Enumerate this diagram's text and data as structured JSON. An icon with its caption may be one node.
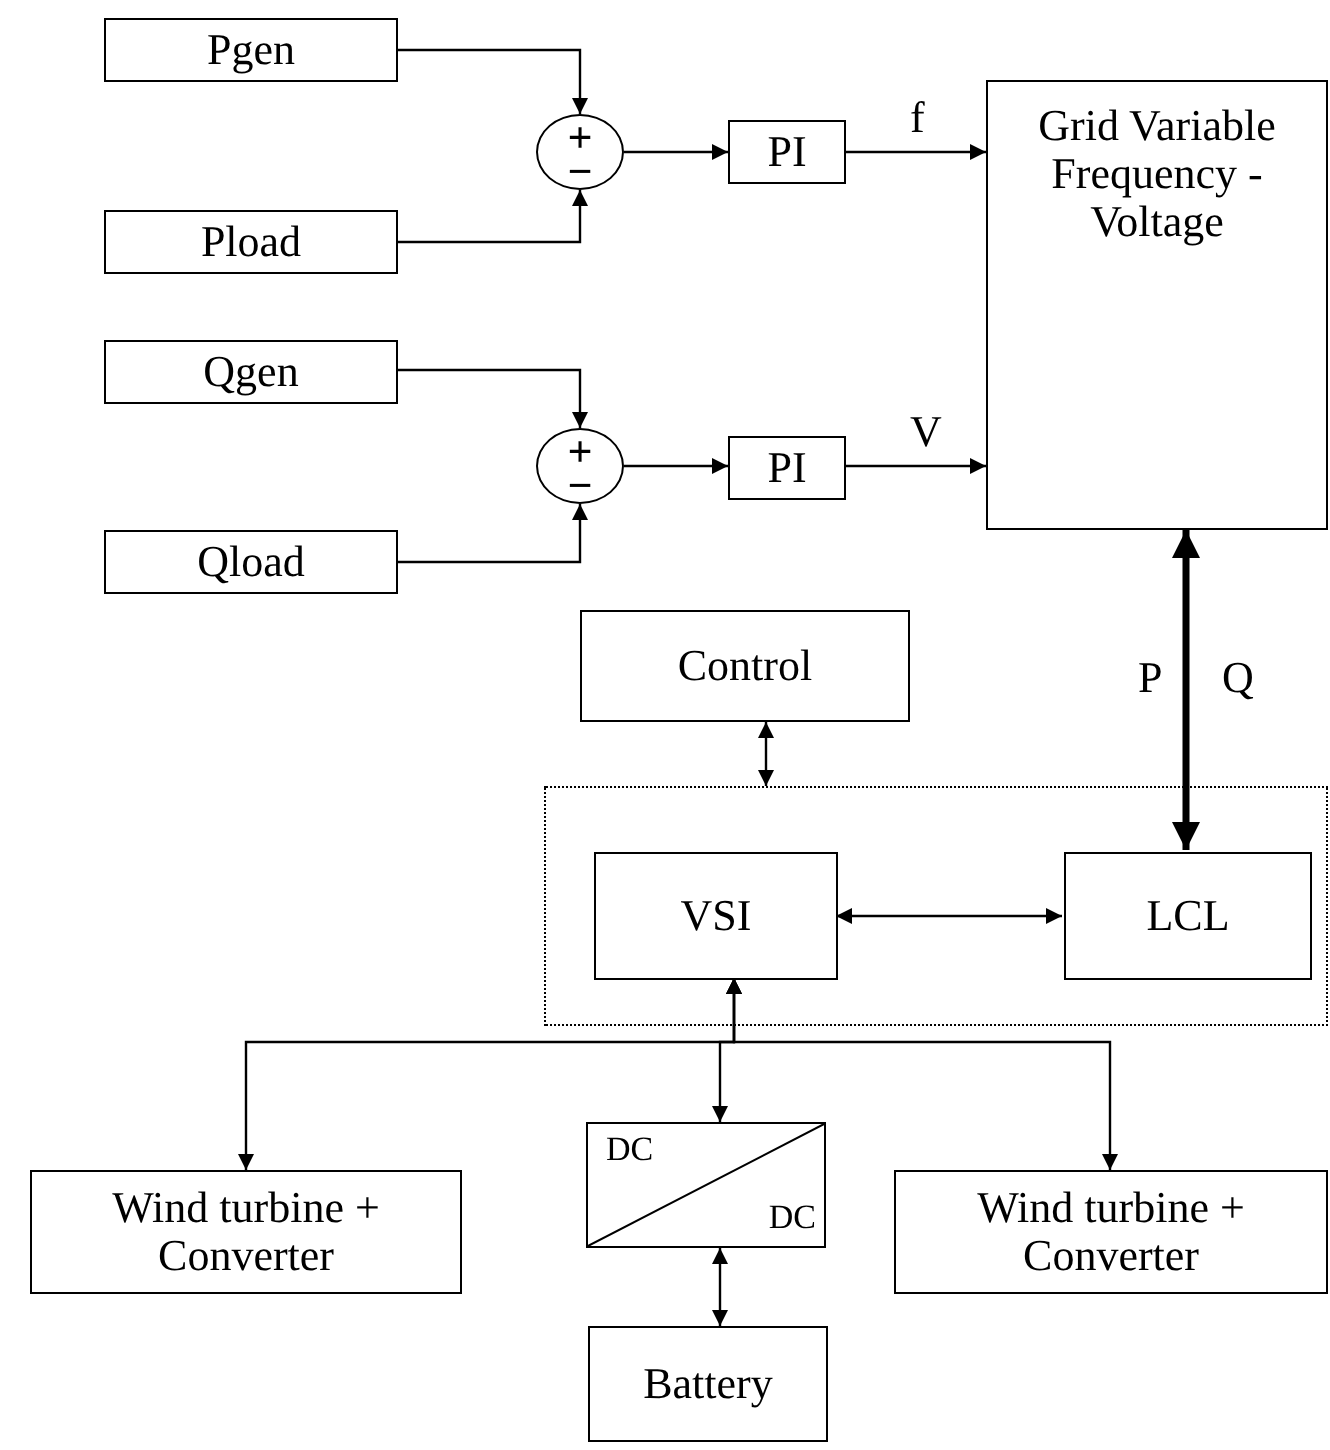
{
  "diagram": {
    "nodes": [
      {
        "text": [
          "Pgen"
        ]
      },
      {
        "text": [
          "Pload"
        ]
      },
      {
        "text": [
          "+",
          "−"
        ]
      },
      {
        "text": [
          "PI"
        ]
      },
      {
        "text": [
          "Qgen"
        ]
      },
      {
        "text": [
          "Qload"
        ]
      },
      {
        "text": [
          "+",
          "−"
        ]
      },
      {
        "text": [
          "PI"
        ]
      },
      {
        "text": [
          "Grid Variable Frequency - Voltage"
        ]
      },
      {
        "text": [
          "Control"
        ]
      },
      {
        "text": [],
        "shape": "box"
      },
      {
        "text": [
          "VSI"
        ],
        "in": 10
      },
      {
        "text": [
          "LCL"
        ],
        "in": 10
      },
      {
        "text": [
          "Wind turbine + Converter"
        ]
      },
      {
        "text": [
          "DC",
          "DC"
        ]
      },
      {
        "text": [
          "Wind turbine + Converter"
        ]
      },
      {
        "text": [
          "Battery"
        ]
      }
    ],
    "edges": [
      {
        "from": 0,
        "to": 2,
        "arrow": "to"
      },
      {
        "from": 1,
        "to": 2,
        "arrow": "to"
      },
      {
        "from": 2,
        "to": 3,
        "arrow": "to"
      },
      {
        "from": 3,
        "to": 8,
        "arrow": "to",
        "label": "f"
      },
      {
        "from": 4,
        "to": 6,
        "arrow": "to"
      },
      {
        "from": 5,
        "to": 6,
        "arrow": "to"
      },
      {
        "from": 6,
        "to": 7,
        "arrow": "to"
      },
      {
        "from": 7,
        "to": 8,
        "arrow": "to",
        "label": "V"
      },
      {
        "from": 8,
        "to": 12,
        "arrow": "both",
        "style": "thick"
      },
      {
        "from": 9,
        "to": 10,
        "arrow": "both"
      },
      {
        "from": 11,
        "to": 12,
        "arrow": "both"
      },
      {
        "from": 11,
        "to": 13,
        "arrow": "both"
      },
      {
        "from": 11,
        "to": 14,
        "arrow": "both"
      },
      {
        "from": 11,
        "to": 15,
        "arrow": "both"
      },
      {
        "from": 14,
        "to": 16,
        "arrow": "both"
      }
    ],
    "labels": [
      "P",
      "Q"
    ]
  }
}
